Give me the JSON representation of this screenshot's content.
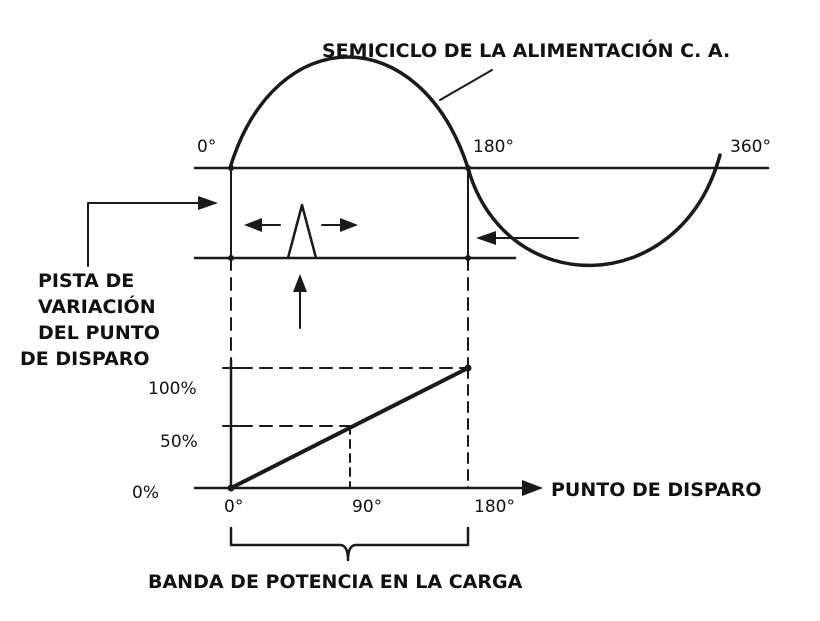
{
  "labels": {
    "title": "SEMICICLO DE LA ALIMENTACIÓN C. A.",
    "deg0_top": "0°",
    "deg180_top": "180°",
    "deg360_top": "360°",
    "pista_line1": "PISTA DE",
    "pista_line2": "VARIACIÓN",
    "pista_line3": "DEL PUNTO",
    "pista_line4": "DE DISPARO",
    "pct100": "100%",
    "pct50": "50%",
    "pct0": "0%",
    "axis_0": "0°",
    "axis_90": "90°",
    "axis_180": "180°",
    "x_axis_label": "PUNTO DE DISPARO",
    "band_label": "BANDA DE POTENCIA EN LA CARGA"
  },
  "colors": {
    "ink": "#1a1a1a",
    "background": "#ffffff"
  }
}
